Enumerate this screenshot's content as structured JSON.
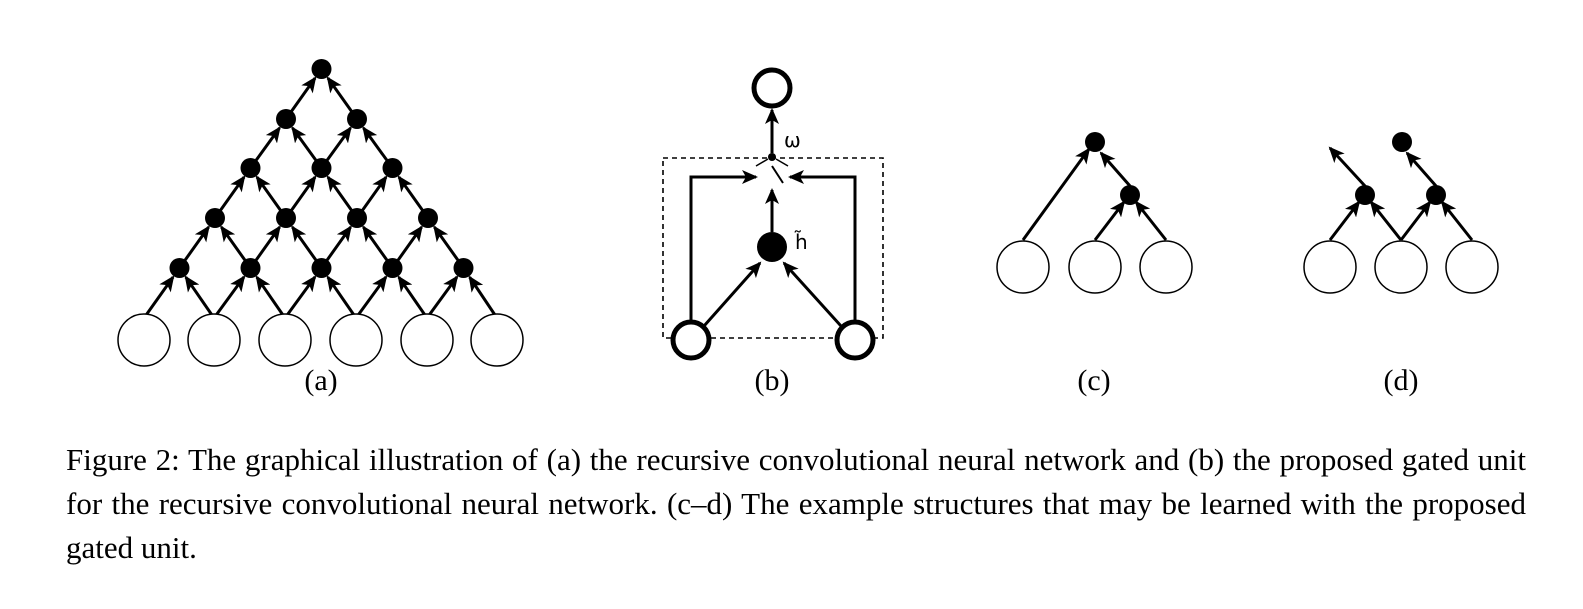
{
  "figure": {
    "panels": [
      {
        "id": "a",
        "label": "(a)"
      },
      {
        "id": "b",
        "label": "(b)"
      },
      {
        "id": "c",
        "label": "(c)"
      },
      {
        "id": "d",
        "label": "(d)"
      }
    ],
    "panel_b": {
      "gate_symbol": "ω",
      "hidden_symbol": "h̃"
    }
  },
  "caption": {
    "text": "Figure 2: The graphical illustration of (a) the recursive convolutional neural network and (b) the proposed gated unit for the recursive convolutional neural network. (c–d) The example structures that may be learned with the proposed gated unit."
  }
}
